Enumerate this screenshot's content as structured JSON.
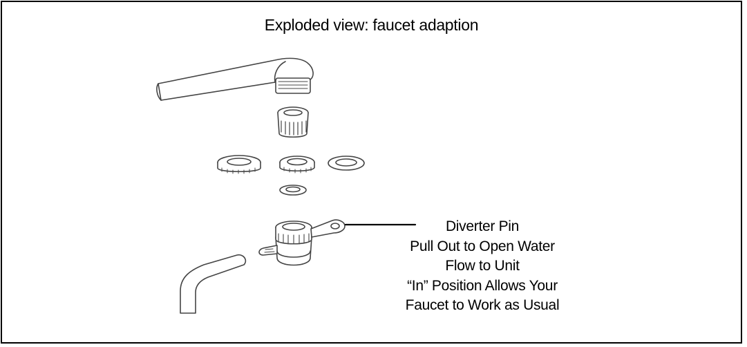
{
  "diagram": {
    "title": "Exploded view: faucet adaption",
    "callout": {
      "name": "Diverter Pin",
      "lines": [
        "Diverter Pin",
        "Pull Out to Open Water",
        "Flow to Unit",
        "“In” Position Allows Your",
        "Faucet to Work as Usual"
      ]
    }
  }
}
